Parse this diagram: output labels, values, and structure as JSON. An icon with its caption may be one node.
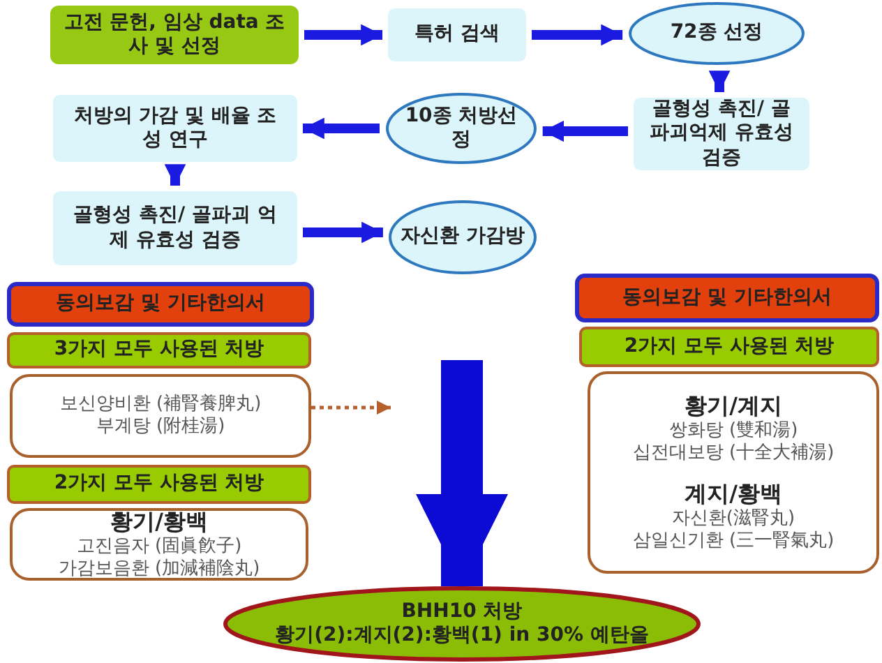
{
  "diagram": {
    "nodes": [
      {
        "text": [
          "고전 문헌, 임상 data 조사 및 선정"
        ]
      },
      {
        "text": [
          "특허 검색"
        ]
      },
      {
        "text": [
          "72종 선정"
        ]
      },
      {
        "text": [
          "골형성 촉진/ 골파괴억제 유효성 검증"
        ]
      },
      {
        "text": [
          "10종 처방선정"
        ]
      },
      {
        "text": [
          "처방의 가감 및 배율 조성 연구"
        ]
      },
      {
        "text": [
          "골형성 촉진/ 골파괴 억제 유효성 검증"
        ]
      },
      {
        "text": [
          "자신환 가감방"
        ]
      },
      {
        "text": [
          "동의보감 및 기타한의서"
        ]
      },
      {
        "text": [
          "3가지 모두 사용된 처방"
        ]
      },
      {
        "text": [
          "보신양비환 (補腎養脾丸)",
          "부계탕 (附桂湯)"
        ]
      },
      {
        "text": [
          "2가지 모두 사용된 처방"
        ]
      },
      {
        "text": [
          "황기/황백",
          "고진음자 (固眞飮子)",
          "가감보음환 (加減補陰丸)"
        ]
      },
      {
        "text": [
          "동의보감 및 기타한의서"
        ]
      },
      {
        "text": [
          "2가지 모두 사용된 처방"
        ]
      },
      {
        "text": [
          "황기/계지",
          "쌍화탕 (雙和湯)",
          "십전대보탕 (十全大補湯)",
          "계지/황백",
          "자신환(滋腎丸)",
          "삼일신기환 (三一腎氣丸)"
        ]
      },
      {
        "text": [
          "BHH10 처방",
          "황기(2):계지(2):황백(1) in 30% 예탄올"
        ]
      }
    ],
    "edges": [
      {
        "from": 0,
        "to": 1,
        "arrow": "to"
      },
      {
        "from": 1,
        "to": 2,
        "arrow": "to"
      },
      {
        "from": 2,
        "to": 3,
        "arrow": "to"
      },
      {
        "from": 3,
        "to": 4,
        "arrow": "to"
      },
      {
        "from": 4,
        "to": 5,
        "arrow": "to"
      },
      {
        "from": 5,
        "to": 6,
        "arrow": "to"
      },
      {
        "from": 6,
        "to": 7,
        "arrow": "to"
      },
      {
        "from": 10,
        "to": null,
        "arrow": "to",
        "style": "dashed",
        "color": "#b5602a"
      },
      {
        "from": null,
        "to": 16,
        "arrow": "to",
        "style": "thick"
      }
    ]
  }
}
